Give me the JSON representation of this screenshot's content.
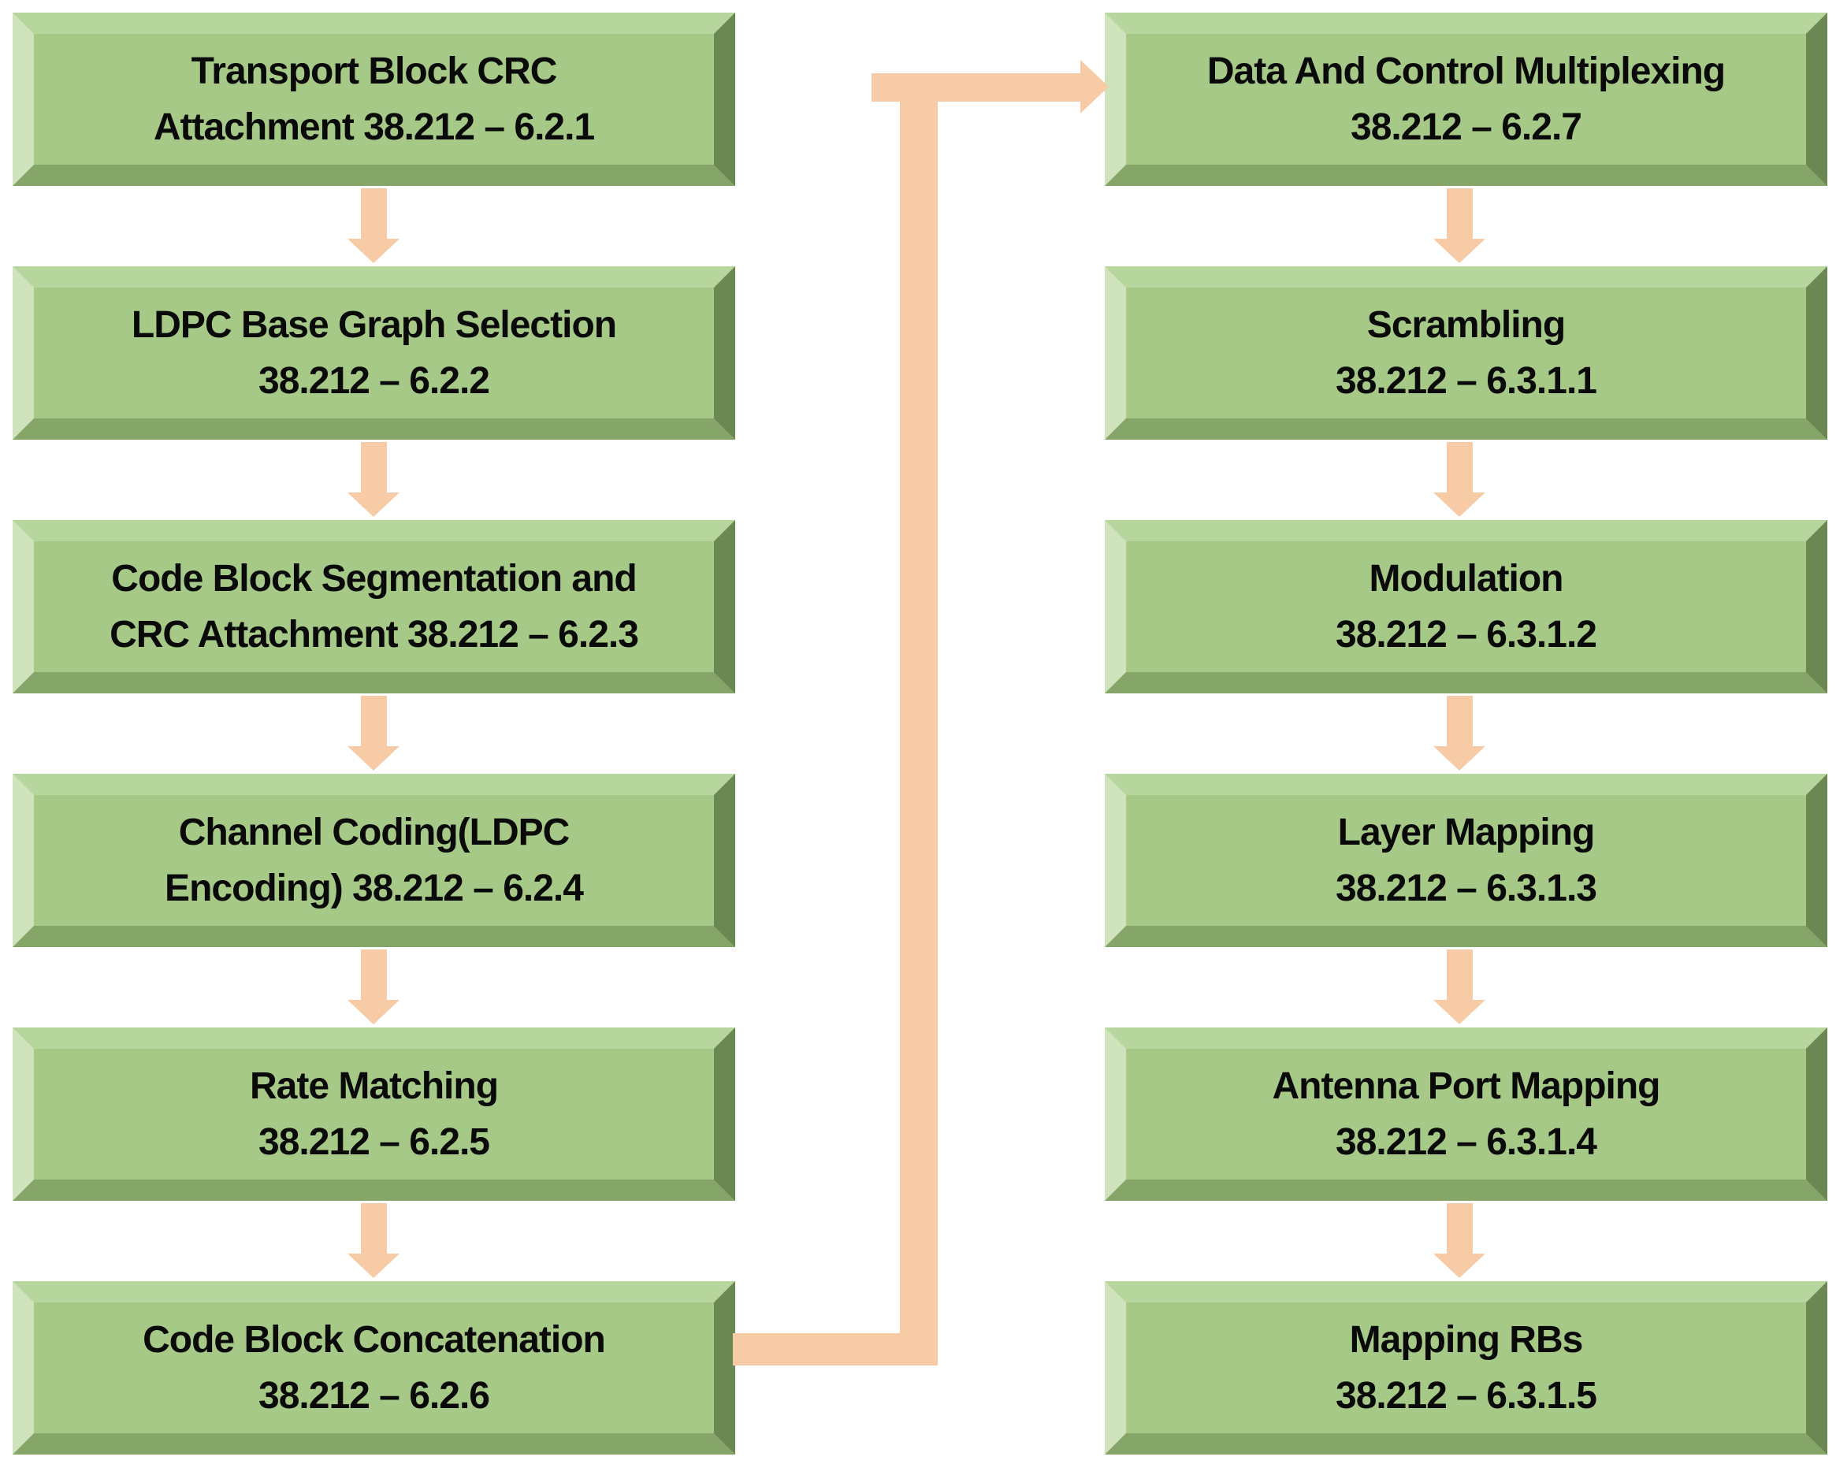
{
  "theme": {
    "background": "#ffffff",
    "box_face": "#a6c987",
    "box_bevel_top": "#b7d69d",
    "box_bevel_left": "#cfe3bc",
    "box_bevel_right": "#6c8852",
    "box_bevel_bottom": "#86a569",
    "arrow_color": "#f6cba6",
    "text_color": "#0a0a0a"
  },
  "diagram": {
    "left_column": [
      {
        "line1": "Transport Block CRC",
        "line2": "Attachment 38.212 – 6.2.1"
      },
      {
        "line1": "LDPC Base Graph Selection",
        "line2": "38.212 – 6.2.2"
      },
      {
        "line1": "Code Block Segmentation and",
        "line2": "CRC Attachment 38.212 – 6.2.3"
      },
      {
        "line1": "Channel Coding(LDPC",
        "line2": "Encoding) 38.212 – 6.2.4"
      },
      {
        "line1": "Rate Matching",
        "line2": "38.212 – 6.2.5"
      },
      {
        "line1": "Code Block Concatenation",
        "line2": "38.212 – 6.2.6"
      }
    ],
    "right_column": [
      {
        "line1": "Data And Control Multiplexing",
        "line2": "38.212 – 6.2.7"
      },
      {
        "line1": "Scrambling",
        "line2": "38.212 – 6.3.1.1"
      },
      {
        "line1": "Modulation",
        "line2": "38.212 – 6.3.1.2"
      },
      {
        "line1": "Layer Mapping",
        "line2": "38.212 – 6.3.1.3"
      },
      {
        "line1": "Antenna Port Mapping",
        "line2": "38.212 – 6.3.1.4"
      },
      {
        "line1": "Mapping RBs",
        "line2": "38.212 – 6.3.1.5"
      }
    ]
  }
}
